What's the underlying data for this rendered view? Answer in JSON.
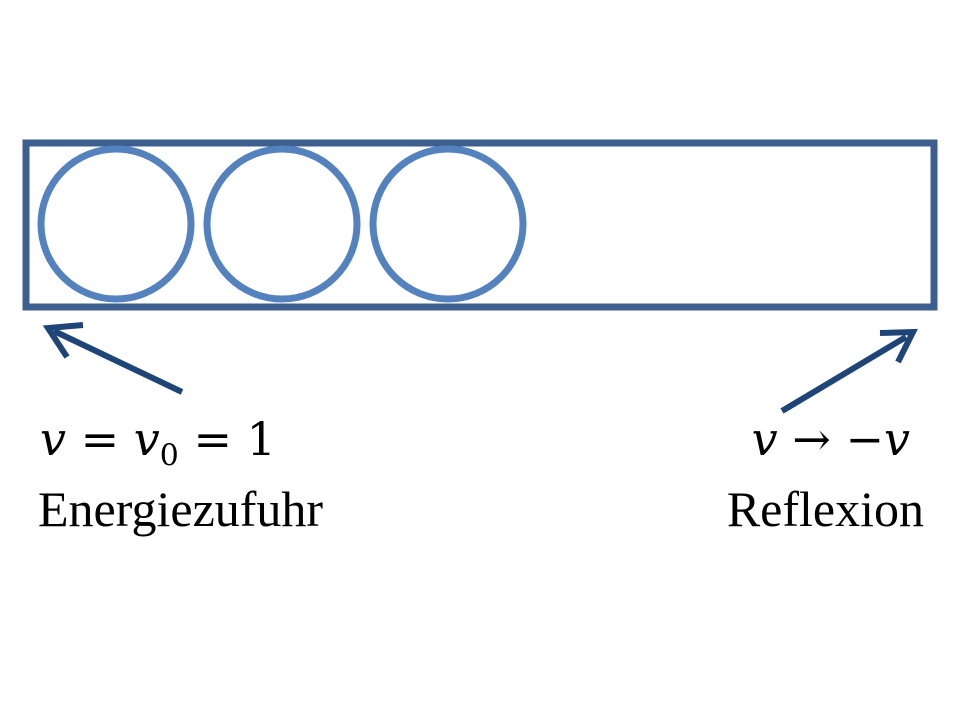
{
  "colors": {
    "tube_outline": "#3c5f8f",
    "particle_outline": "#5382be",
    "arrow": "#1f4478",
    "text": "#000000"
  },
  "tube": {
    "particles": [
      "particle-1",
      "particle-2",
      "particle-3"
    ]
  },
  "left_boundary": {
    "formula": {
      "var": "v",
      "eq1": " = ",
      "var2": "v",
      "sub": "0",
      "eq2": " = 1"
    },
    "caption": "Energiezufuhr",
    "arrow_icon": "arrow-up-left-icon"
  },
  "right_boundary": {
    "formula": {
      "var": "v",
      "arrow": " → −",
      "var2": "v"
    },
    "caption": "Reflexion",
    "arrow_icon": "arrow-up-right-icon"
  }
}
